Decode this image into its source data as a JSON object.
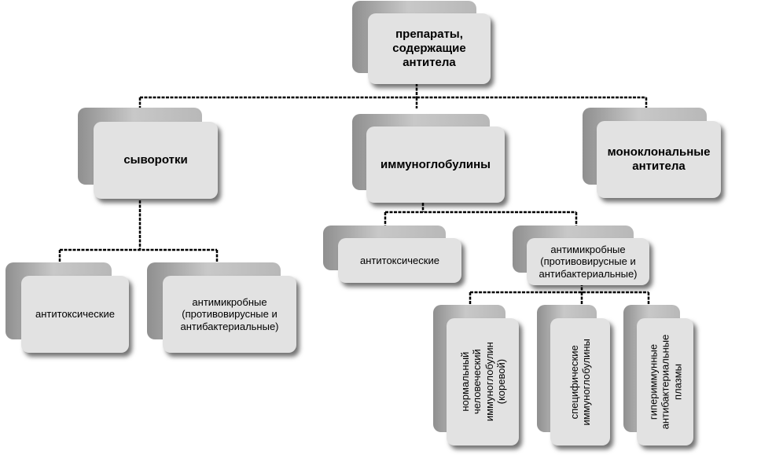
{
  "diagram": {
    "root": {
      "label": "препараты,\nсодержащие\nантитела"
    },
    "serums": {
      "label": "сыворотки"
    },
    "immunoglobulins": {
      "label": "иммуноглобулины"
    },
    "monoclonal": {
      "label": "моноклональные\nантитела"
    },
    "serums_antitoxic": {
      "label": "антитоксические"
    },
    "serums_antimicrobial": {
      "label": "антимикробные\n(противовирусные и\nантибактериальные)"
    },
    "ig_antitoxic": {
      "label": "антитоксические"
    },
    "ig_antimicrobial": {
      "label": "антимикробные\n(противовирусные и\nантибактериальные)"
    },
    "normal_human_ig": {
      "label": "нормальный\nчеловеческий\nиммуноглобулин\n(коревой)"
    },
    "specific_ig": {
      "label": "специфические\nиммуноглобулины"
    },
    "hyperimmune_plasma": {
      "label": "гипериммунные\nантибактериальные\nплазмы"
    }
  },
  "colors": {
    "box_fill": "#e2e2e2",
    "shadow_box": "#b5b5b5",
    "connector": "#000000"
  }
}
